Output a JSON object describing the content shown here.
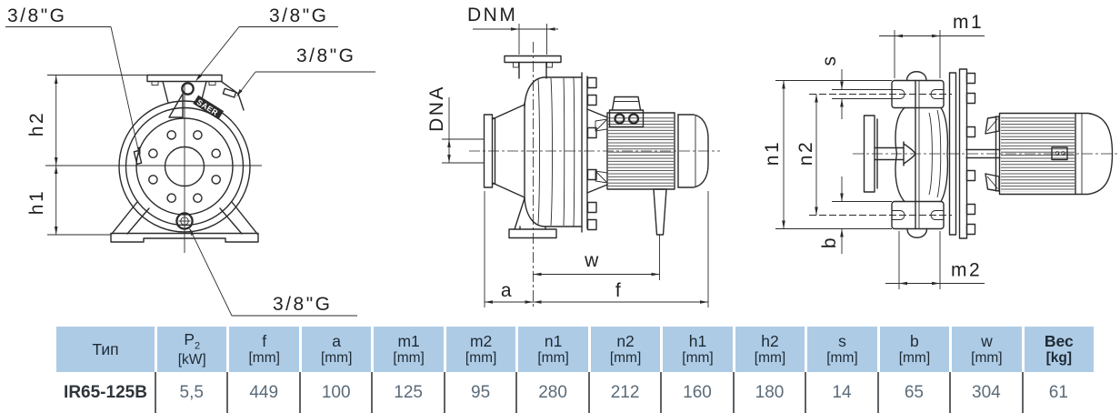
{
  "labels": {
    "g1": "3/8\"G",
    "g2": "3/8\"G",
    "g3": "3/8\"G",
    "g4": "3/8\"G",
    "h1": "h1",
    "h2": "h2",
    "dnm": "DNM",
    "dna": "DNA",
    "a": "a",
    "f": "f",
    "w": "w",
    "m1": "m1",
    "m2": "m2",
    "n1": "n1",
    "n2": "n2",
    "s": "s",
    "b": "b",
    "logo": "SAER"
  },
  "table": {
    "columns": [
      {
        "symbol": "Тип",
        "unit": "",
        "value": "IR65-125B",
        "value_bold": true
      },
      {
        "symbol": "P",
        "subscript": "2",
        "unit": "[kW]",
        "value": "5,5"
      },
      {
        "symbol": "f",
        "unit": "[mm]",
        "value": "449"
      },
      {
        "symbol": "a",
        "unit": "[mm]",
        "value": "100"
      },
      {
        "symbol": "m1",
        "unit": "[mm]",
        "value": "125"
      },
      {
        "symbol": "m2",
        "unit": "[mm]",
        "value": "95"
      },
      {
        "symbol": "n1",
        "unit": "[mm]",
        "value": "280"
      },
      {
        "symbol": "n2",
        "unit": "[mm]",
        "value": "212"
      },
      {
        "symbol": "h1",
        "unit": "[mm]",
        "value": "160"
      },
      {
        "symbol": "h2",
        "unit": "[mm]",
        "value": "180"
      },
      {
        "symbol": "s",
        "unit": "[mm]",
        "value": "14"
      },
      {
        "symbol": "b",
        "unit": "[mm]",
        "value": "65"
      },
      {
        "symbol": "w",
        "unit": "[mm]",
        "value": "304"
      },
      {
        "symbol": "Вес",
        "unit": "[kg]",
        "value": "61",
        "header_bold": true
      }
    ],
    "colors": {
      "header_bg": "#aecbe6",
      "header_text": "#1d2a33",
      "value_text": "#5b6b79",
      "separator": "#5d6266",
      "bottom_border": "#ccd2d7",
      "line_color": "#2b2b2b"
    }
  }
}
